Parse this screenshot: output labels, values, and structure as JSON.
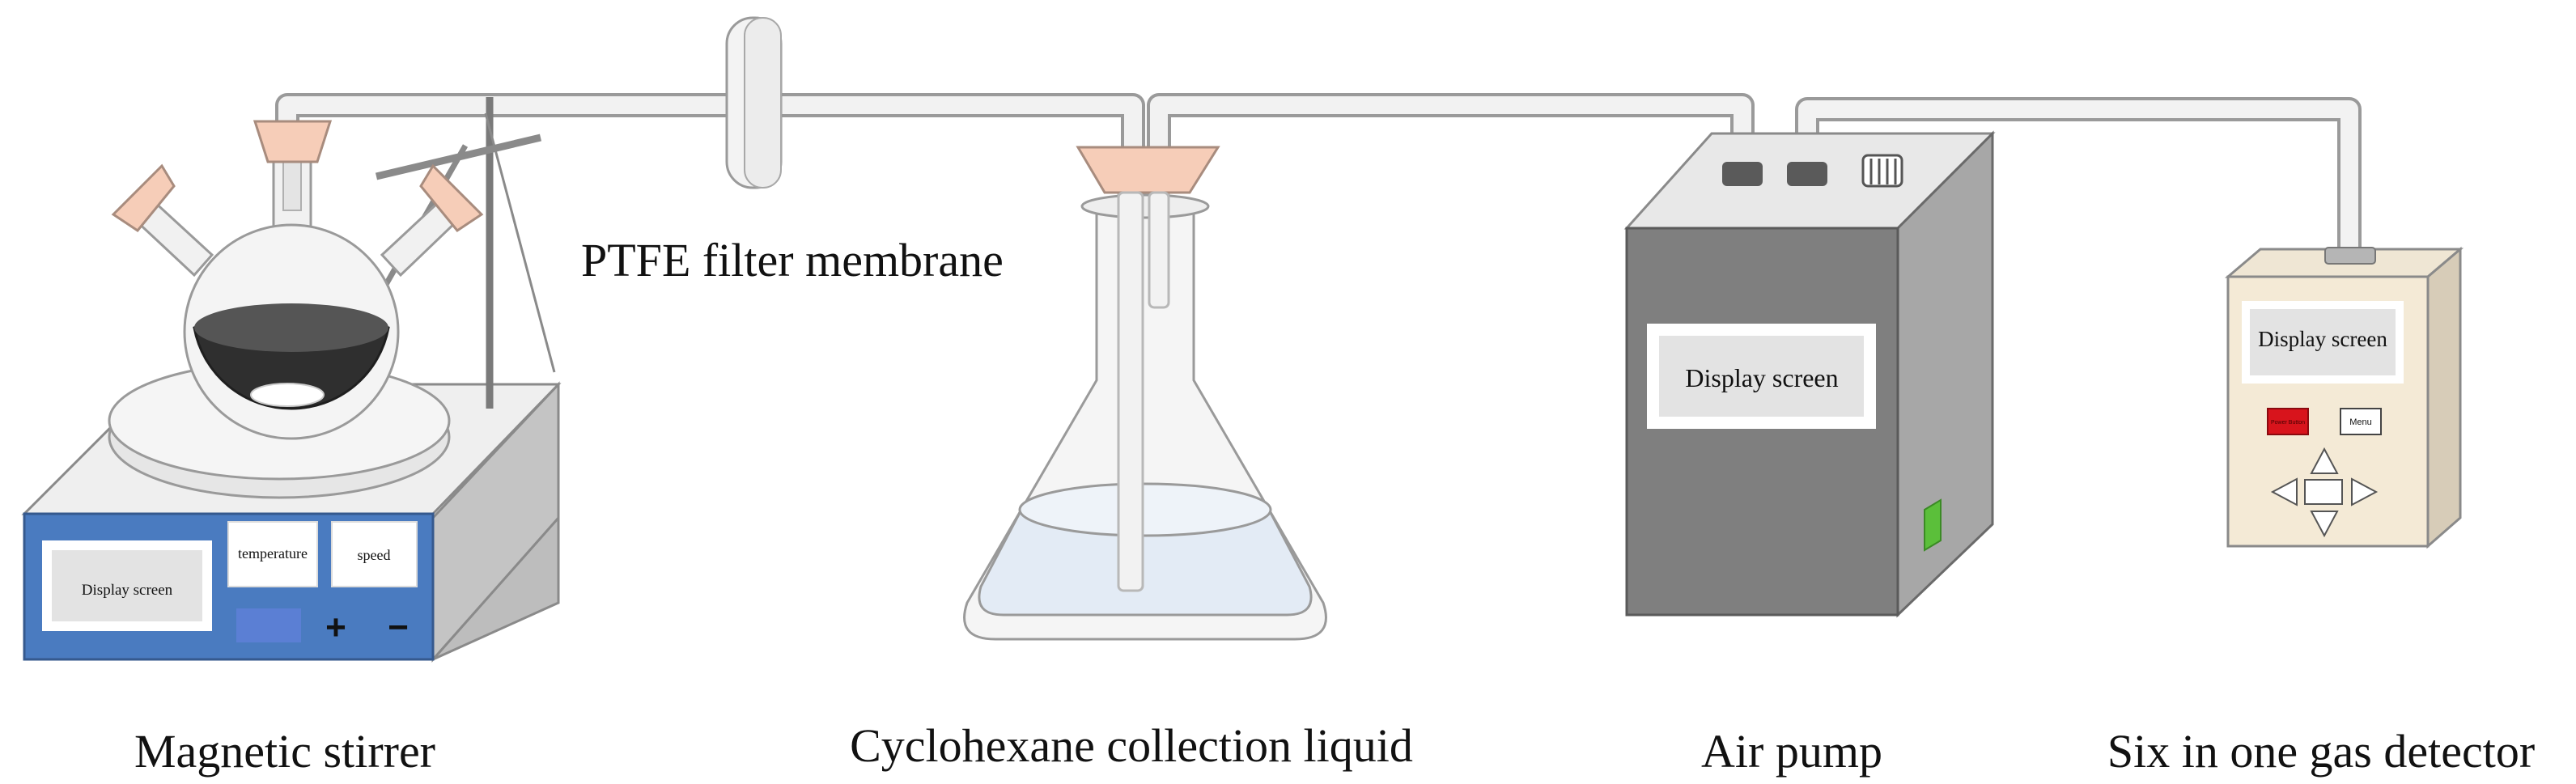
{
  "labels": {
    "membrane": "PTFE filter membrane",
    "stirrer": "Magnetic stirrer",
    "liquid": "Cyclohexane collection liquid",
    "pump": "Air pump",
    "detector": "Six in one gas detector"
  },
  "stirrer_panel": {
    "display": "Display screen",
    "temperature": "temperature",
    "speed": "speed",
    "plus": "+",
    "minus": "−"
  },
  "pump_panel": {
    "display": "Display screen"
  },
  "detector_panel": {
    "display": "Display screen",
    "power_button": "Power Button",
    "menu_button": "Menu"
  },
  "colors": {
    "stirrer_front": "#4a7bc0",
    "liquid_dark": "#2f2f2f",
    "stopper": "#f6cdb8",
    "pump_front": "#7f7f7f",
    "detector_body": "#f4ead6",
    "power_red": "#d8141c",
    "indicator_green": "#5bbf3a"
  }
}
